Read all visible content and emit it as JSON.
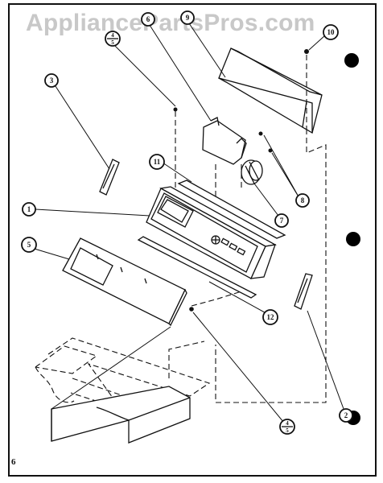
{
  "watermark": "AppliancePartsPros.com",
  "page_number": "6",
  "callouts": [
    {
      "id": "c1",
      "label": "1"
    },
    {
      "id": "c2",
      "label": "2"
    },
    {
      "id": "c3",
      "label": "3"
    },
    {
      "id": "c4a",
      "label": "4",
      "sub": "5"
    },
    {
      "id": "c4b",
      "label": "4",
      "sub": "5"
    },
    {
      "id": "c5",
      "label": "5"
    },
    {
      "id": "c6",
      "label": "6"
    },
    {
      "id": "c7",
      "label": "7"
    },
    {
      "id": "c8",
      "label": "8"
    },
    {
      "id": "c9",
      "label": "9"
    },
    {
      "id": "c10",
      "label": "10"
    },
    {
      "id": "c11",
      "label": "11"
    },
    {
      "id": "c12",
      "label": "12"
    }
  ],
  "colors": {
    "ink": "#111111",
    "watermark": "#c8c8c8",
    "paper": "#ffffff"
  }
}
